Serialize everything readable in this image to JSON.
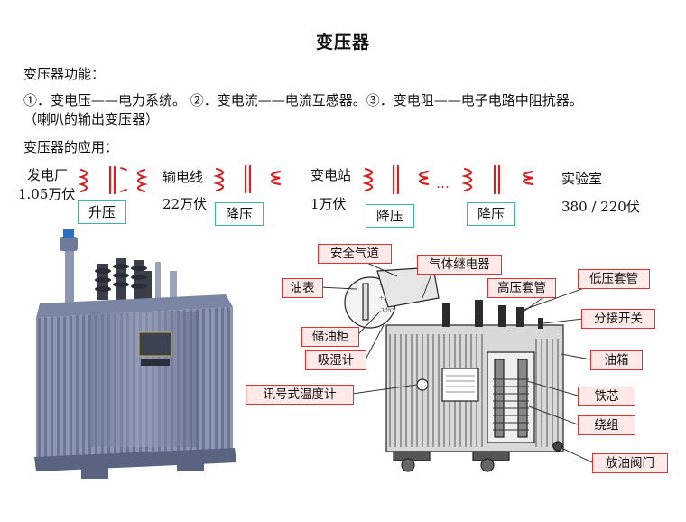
{
  "title": "变压器",
  "function_heading": "变压器功能：",
  "function_line1": "①．变电压——电力系统。  ②．变电流——电流互感器。③．变电阻——电子电路中阻抗器。",
  "function_line2": "（喇叭的输出变压器）",
  "application_heading": "变压器的应用：",
  "chain": {
    "power_plant": "发电厂",
    "power_plant_voltage": "1.05万伏",
    "line": "输电线",
    "line_voltage": "22万伏",
    "substation": "变电站",
    "substation_voltage": "1万伏",
    "ellipsis": "…",
    "lab": "实验室",
    "lab_voltage": "380 / 220伏",
    "step_up": "升压",
    "step_down_1": "降压",
    "step_down_2": "降压",
    "step_down_3": "降压"
  },
  "callouts": {
    "safety_vent": "安全气道",
    "gas_relay": "气体继电器",
    "oil_gauge": "油表",
    "hv_bushing": "高压套管",
    "lv_bushing": "低压套管",
    "tap_changer": "分接开关",
    "conservator": "储油柜",
    "breather": "吸湿计",
    "oil_tank": "油箱",
    "thermometer": "讯号式温度计",
    "core": "铁芯",
    "winding": "绕组",
    "drain_valve": "放油阀门"
  },
  "colors": {
    "callout_border": "#e03030",
    "callout_fill": "#fde9e7",
    "box_border": "#3cb8a0",
    "coil_red": "#d82020",
    "transformer_body": "#7f8aa8"
  }
}
